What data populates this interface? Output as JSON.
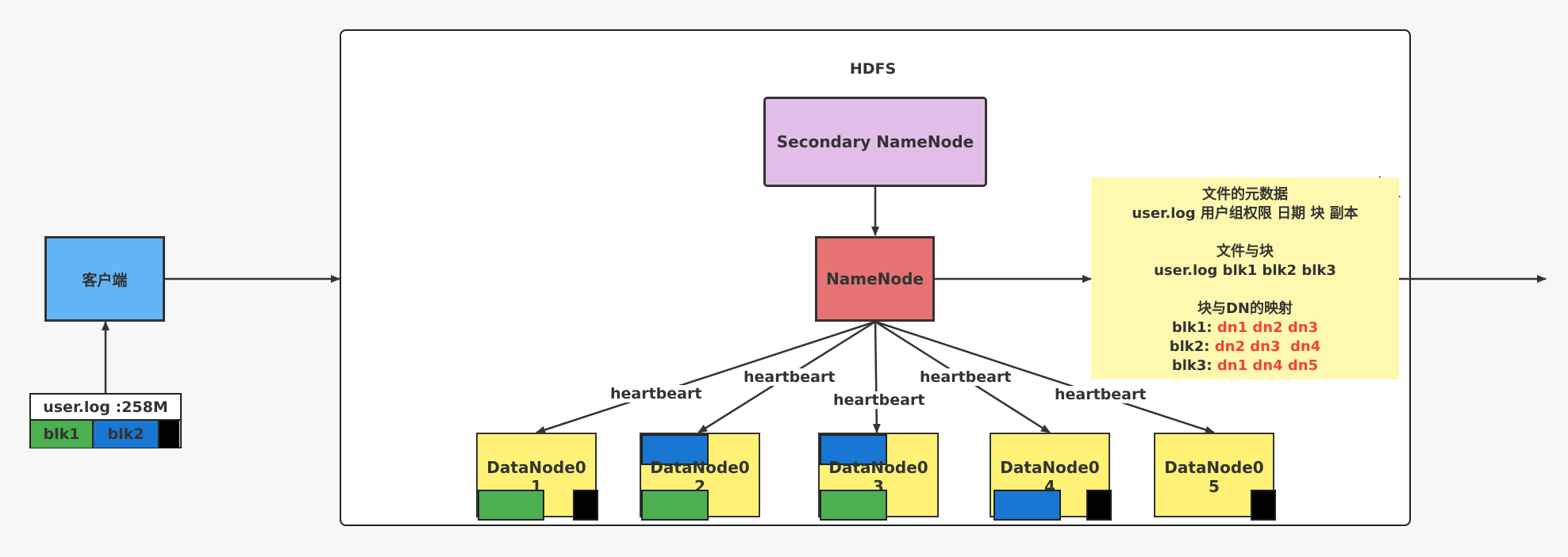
{
  "hdfs": {
    "title": "HDFS"
  },
  "secondary_namenode": {
    "label": "Secondary NameNode"
  },
  "namenode": {
    "label": "NameNode"
  },
  "client": {
    "label": "客户端"
  },
  "file": {
    "label": "user.log :258M",
    "blocks": [
      "blk1",
      "blk2",
      ""
    ]
  },
  "metadata_note": {
    "line1": "文件的元数据",
    "line2": "user.log 用户组权限 日期 块 副本",
    "line3": "文件与块",
    "line4": "user.log blk1 blk2 blk3",
    "line5": "块与DN的映射",
    "mappings": [
      {
        "block": "blk1: ",
        "nodes": "dn1 dn2 dn3"
      },
      {
        "block": "blk2: ",
        "nodes": "dn2 dn3  dn4"
      },
      {
        "block": "blk3: ",
        "nodes": "dn1 dn4 dn5"
      }
    ]
  },
  "heartbeat_label": "heartbeart",
  "datanodes": [
    {
      "label1": "DataNode0",
      "label2": "1"
    },
    {
      "label1": "DataNode0",
      "label2": "2"
    },
    {
      "label1": "DataNode0",
      "label2": "3"
    },
    {
      "label1": "DataNode0",
      "label2": "4"
    },
    {
      "label1": "DataNode0",
      "label2": "5"
    }
  ],
  "colors": {
    "hdfs_border": "#222222",
    "secondary_namenode": "#e1bee7",
    "namenode": "#e57373",
    "client": "#64b5f6",
    "datanode": "#fff176",
    "note": "#fff9b0",
    "blk1": "#4caf50",
    "blk2": "#1976d2",
    "blk3": "#000000",
    "highlight": "#f44336"
  }
}
